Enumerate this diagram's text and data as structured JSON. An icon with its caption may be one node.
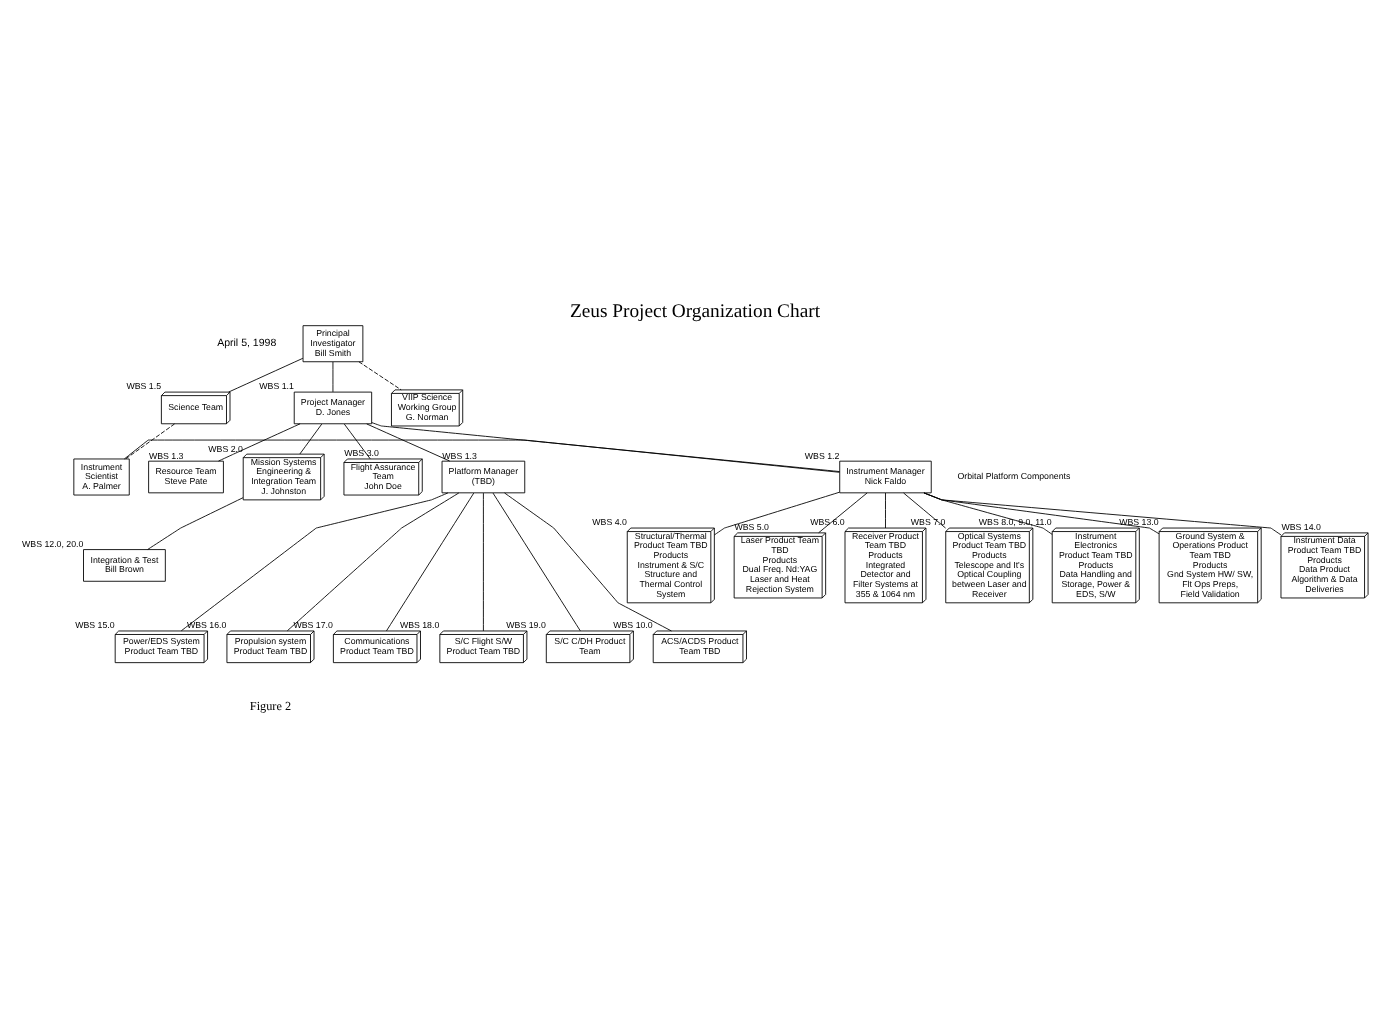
{
  "diagram": {
    "title": "Zeus Project Organization Chart",
    "caption": "Figure 2",
    "nodes": [
      {
        "text": [
          "Principal Investigator",
          "Bill Smith"
        ]
      },
      {
        "text": [
          "Science Team"
        ],
        "beside": [
          "WBS 1.5"
        ]
      },
      {
        "text": [
          "Project Manager",
          "D. Jones"
        ],
        "beside": [
          "WBS 1.1"
        ]
      },
      {
        "text": [
          "VIIP Science Working Group",
          "G. Norman"
        ]
      },
      {
        "text": [
          "Resource Team",
          "Steve Pate"
        ],
        "beside": [
          "WBS 1.3"
        ]
      },
      {
        "text": [
          "Mission Systems Engineering & Integration Team",
          "J. Johnston"
        ],
        "beside": [
          "WBS 2.0"
        ]
      },
      {
        "text": [
          "Flight Assurance Team",
          "John Doe"
        ],
        "beside": [
          "WBS 3.0"
        ]
      },
      {
        "text": [
          "Integration & Test",
          "Bill Brown"
        ],
        "beside": [
          "WBS 12.0, 20.0"
        ]
      },
      {
        "text": [
          "Instrument Scientist",
          "A. Palmer"
        ]
      },
      {
        "text": [
          "Instrument Manager",
          "Nick Faldo"
        ],
        "beside": [
          "WBS 1.2"
        ]
      },
      {
        "text": [
          "Platform Manager",
          "(TBD)"
        ],
        "beside": [
          "WBS 1.3"
        ]
      },
      {
        "text": [
          "Structural/Thermal Product Team TBD",
          "Products",
          "Instrument & S/C Structure and Thermal Control System"
        ],
        "beside": [
          "WBS 4.0"
        ]
      },
      {
        "text": [
          "Laser Product Team TBD",
          "Products",
          "Dual Freq. Nd:YAG Laser and Heat Rejection System"
        ],
        "beside": [
          "WBS 5.0"
        ]
      },
      {
        "text": [
          "Receiver Product Team TBD",
          "Products",
          "Integrated Detector and Filter Systems at 355 & 1064 nm"
        ],
        "beside": [
          "WBS 6.0"
        ]
      },
      {
        "text": [
          "Optical Systems Product Team TBD",
          "Products",
          "Telescope and It's Optical Coupling between Laser and Receiver"
        ],
        "beside": [
          "WBS 7.0"
        ]
      },
      {
        "text": [
          "Instrument Electronics Product Team TBD",
          "Products",
          "Data Handling and Storage, Power & EDS, S/W"
        ],
        "beside": [
          "WBS 8.0, 9.0, 11.0"
        ]
      },
      {
        "text": [
          "Ground System & Operations Product Team TBD",
          "Products",
          "Gnd System HW/ SW, Flt Ops Preps, Field Validation"
        ],
        "beside": [
          "WBS 13.0"
        ]
      },
      {
        "text": [
          "Instrument Data Product Team TBD",
          "Products",
          "Data Product Algorithm & Data Deliveries"
        ],
        "beside": [
          "WBS 14.0"
        ]
      },
      {
        "text": [
          "ACS/ACDS Product Team TBD"
        ],
        "beside": [
          "WBS 10.0"
        ]
      },
      {
        "text": [
          "Power/EDS System Product Team TBD"
        ],
        "beside": [
          "WBS 15.0"
        ]
      },
      {
        "text": [
          "Propulsion system Product Team TBD"
        ],
        "beside": [
          "WBS 16.0"
        ]
      },
      {
        "text": [
          "Communications Product Team TBD"
        ],
        "beside": [
          "WBS 17.0"
        ]
      },
      {
        "text": [
          "S/C Flight S/W Product Team TBD"
        ],
        "beside": [
          "WBS 18.0"
        ]
      },
      {
        "text": [
          "S/C C/DH Product Team"
        ],
        "beside": [
          "WBS 19.0"
        ]
      }
    ],
    "edges": [
      {
        "from": 0,
        "to": 1,
        "arrow": "none"
      },
      {
        "from": 0,
        "to": 2,
        "arrow": "none"
      },
      {
        "from": 0,
        "to": 3,
        "arrow": "none",
        "style": "dashed"
      },
      {
        "from": 2,
        "to": 4,
        "arrow": "none"
      },
      {
        "from": 2,
        "to": 5,
        "arrow": "none"
      },
      {
        "from": 2,
        "to": 6,
        "arrow": "none"
      },
      {
        "from": 5,
        "to": 7,
        "arrow": "none"
      },
      {
        "from": 2,
        "to": 9,
        "arrow": "none"
      },
      {
        "from": 2,
        "to": 10,
        "arrow": "none"
      },
      {
        "from": 1,
        "to": 8,
        "arrow": "none",
        "style": "dashed"
      },
      {
        "from": 9,
        "to": 8,
        "arrow": "none"
      },
      {
        "from": 9,
        "to": 11,
        "arrow": "none"
      },
      {
        "from": 9,
        "to": 12,
        "arrow": "none"
      },
      {
        "from": 9,
        "to": 13,
        "arrow": "none"
      },
      {
        "from": 9,
        "to": 14,
        "arrow": "none"
      },
      {
        "from": 9,
        "to": 15,
        "arrow": "none"
      },
      {
        "from": 9,
        "to": 16,
        "arrow": "none"
      },
      {
        "from": 9,
        "to": 17,
        "arrow": "none"
      },
      {
        "from": 10,
        "to": 18,
        "arrow": "none"
      },
      {
        "from": 10,
        "to": 19,
        "arrow": "none"
      },
      {
        "from": 10,
        "to": 20,
        "arrow": "none"
      },
      {
        "from": 10,
        "to": 21,
        "arrow": "none"
      },
      {
        "from": 10,
        "to": 22,
        "arrow": "none"
      },
      {
        "from": 10,
        "to": 23,
        "arrow": "none"
      }
    ],
    "labels": [
      "April 5, 1998",
      "Orbital Platform Components"
    ]
  }
}
